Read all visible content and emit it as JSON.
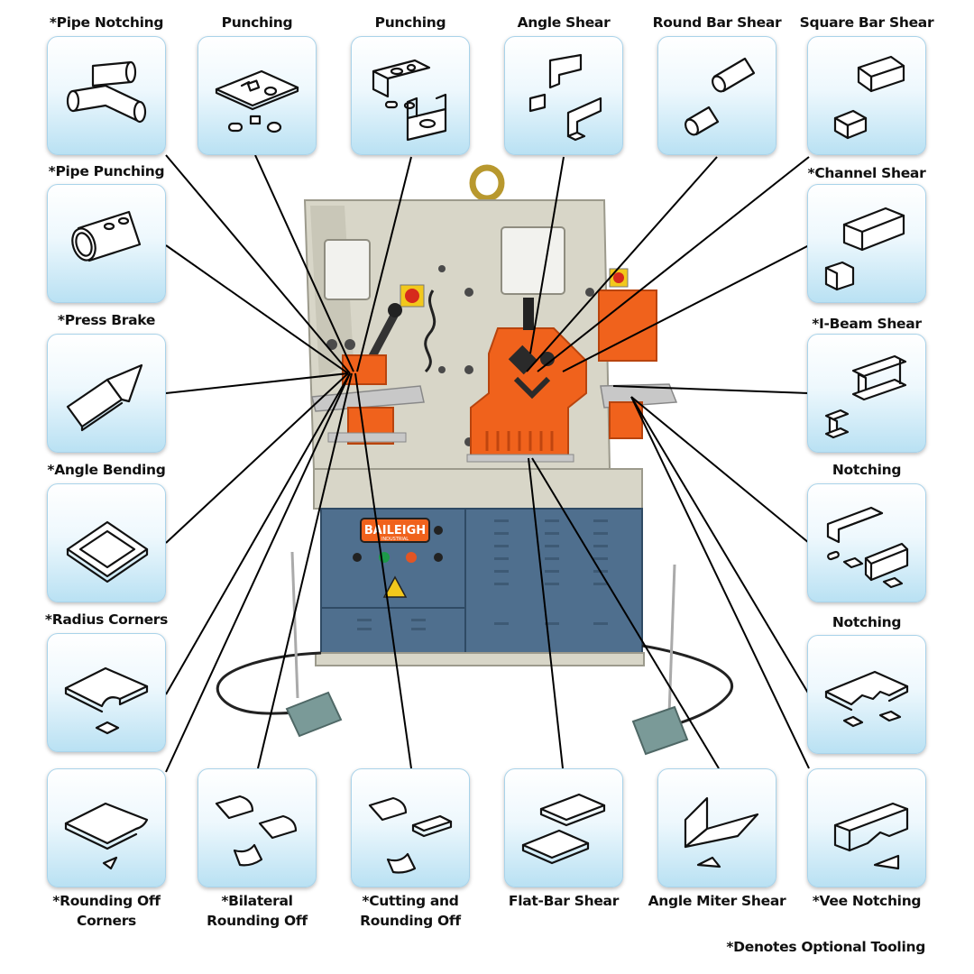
{
  "labels": {
    "pipe_notching": "*Pipe Notching",
    "punching_1": "Punching",
    "punching_2": "Punching",
    "angle_shear": "Angle Shear",
    "round_bar_shear": "Round Bar Shear",
    "square_bar_shear": "Square Bar Shear",
    "pipe_punching": "*Pipe Punching",
    "channel_shear": "*Channel Shear",
    "press_brake": "*Press Brake",
    "i_beam_shear": "*I-Beam Shear",
    "angle_bending": "*Angle Bending",
    "notching_1": "Notching",
    "radius_corners": "*Radius Corners",
    "notching_2": "Notching",
    "rounding_off_corners_1": "*Rounding Off",
    "rounding_off_corners_2": "Corners",
    "bilateral_1": "*Bilateral",
    "bilateral_2": "Rounding Off",
    "cutting_1": "*Cutting and",
    "cutting_2": "Rounding Off",
    "flat_bar_shear": "Flat-Bar Shear",
    "angle_miter_shear": "Angle Miter Shear",
    "vee_notching": "*Vee Notching"
  },
  "machine": {
    "brand": "BAILEIGH",
    "brand_sub": "INDUSTRIAL"
  },
  "footnote": "*Denotes Optional Tooling",
  "colors": {
    "machine_body": "#d8d6c8",
    "machine_orange": "#f0621c",
    "cabinet_blue": "#4f6f8e",
    "tile_border": "#a9d3ea",
    "leader_line": "#000000"
  }
}
